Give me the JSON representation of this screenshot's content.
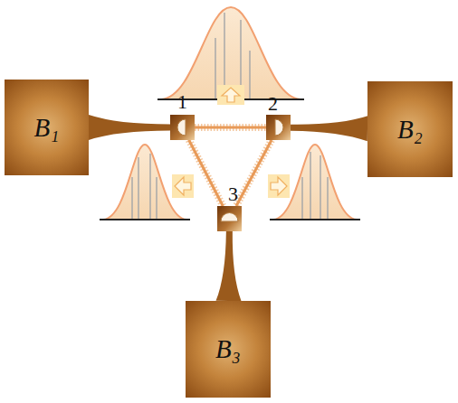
{
  "diagram": {
    "nodes": [
      {
        "text": [
          "B₁"
        ]
      },
      {
        "text": [
          "1"
        ]
      },
      {
        "text": [
          "2"
        ]
      },
      {
        "text": [
          "B₂"
        ]
      },
      {
        "text": [
          "3"
        ]
      },
      {
        "text": [
          "B₃"
        ]
      }
    ],
    "edges": [
      {
        "from": 0,
        "to": 1,
        "arrow": "none"
      },
      {
        "from": 3,
        "to": 2,
        "arrow": "none"
      },
      {
        "from": 5,
        "to": 4,
        "arrow": "none"
      },
      {
        "from": 1,
        "to": 2,
        "arrow": "none"
      },
      {
        "from": 1,
        "to": 4,
        "arrow": "none"
      },
      {
        "from": 2,
        "to": 4,
        "arrow": "none"
      }
    ]
  }
}
